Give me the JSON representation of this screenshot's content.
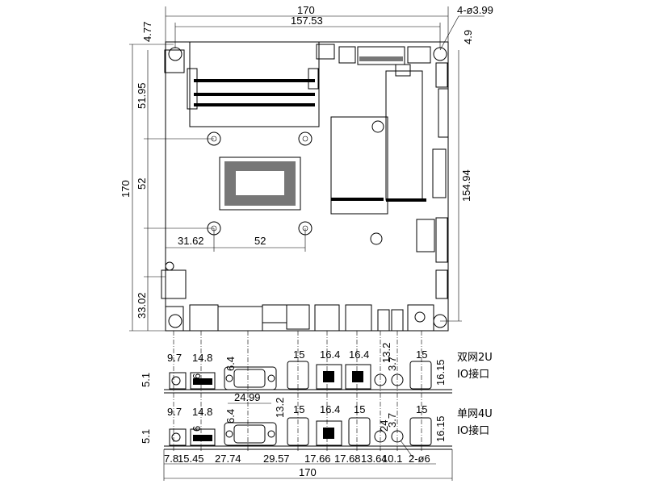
{
  "top_view": {
    "dims": {
      "width_total": "170",
      "hole_span_x": "157.53",
      "holes": "4-ø3.99",
      "top_offset_left": "4.77",
      "top_offset_right": "4.9",
      "cpu_offset_y": "51.95",
      "cpu_height": "52",
      "height_total": "170",
      "hole_span_y": "154.94",
      "cpu_offset_x": "31.62",
      "cpu_width": "52",
      "io_offset": "33.02"
    }
  },
  "io_2u": {
    "title_line1": "双网2U",
    "title_line2": "IO接口",
    "dims": [
      "9.7",
      "14.8",
      "6",
      "6.4",
      "15",
      "16.4",
      "16.4",
      "13.2",
      "3.7",
      "15",
      "16.15",
      "5.1",
      "24.99"
    ]
  },
  "io_4u": {
    "title_line1": "单网4U",
    "title_line2": "IO接口",
    "dims": [
      "9.7",
      "14.8",
      "6",
      "6.4",
      "13.2",
      "15",
      "16.4",
      "15",
      "24",
      "3.7",
      "15",
      "16.15",
      "5.1"
    ]
  },
  "bottom_dims": [
    "7.8",
    "15.45",
    "27.74",
    "29.57",
    "17.66",
    "17.68",
    "13.64",
    "10.1",
    "2-ø6",
    "170"
  ]
}
